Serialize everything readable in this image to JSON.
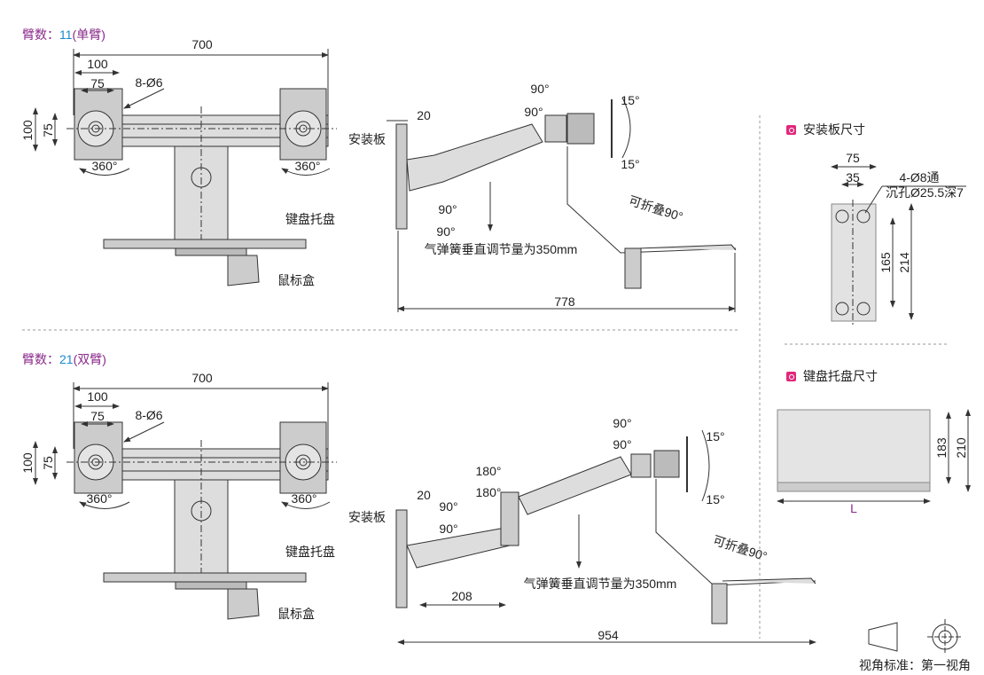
{
  "single": {
    "arm_label": "臂数：",
    "arm_code": "11",
    "arm_type": "(单臂)",
    "dims": {
      "width": "700",
      "vesa_outer": "100",
      "vesa_inner": "75",
      "holes": "8-Ø6",
      "v_outer": "100",
      "v_inner": "75",
      "rot_left": "360°",
      "rot_right": "360°",
      "plate_offset": "20",
      "reach": "778"
    },
    "labels": {
      "tray": "键盘托盘",
      "mouse_box": "鼠标盒",
      "mount_plate": "安装板",
      "gas_spring": "气弹簧垂直调节量为350mm",
      "fold": "可折叠90°"
    },
    "angles": {
      "head_up": "90°",
      "head_down": "90°",
      "tilt_up": "15°",
      "tilt_down": "15°",
      "base_up": "90°",
      "base_down": "90°"
    }
  },
  "double": {
    "arm_label": "臂数：",
    "arm_code": "21",
    "arm_type": "(双臂)",
    "dims": {
      "width": "700",
      "vesa_outer": "100",
      "vesa_inner": "75",
      "holes": "8-Ø6",
      "v_outer": "100",
      "v_inner": "75",
      "rot_left": "360°",
      "rot_right": "360°",
      "plate_offset": "20",
      "lower_arm": "208",
      "reach": "954"
    },
    "labels": {
      "tray": "键盘托盘",
      "mouse_box": "鼠标盒",
      "mount_plate": "安装板",
      "gas_spring": "气弹簧垂直调节量为350mm",
      "fold": "可折叠90°"
    },
    "angles": {
      "head_up": "90°",
      "head_down": "90°",
      "tilt_up": "15°",
      "tilt_down": "15°",
      "base_up": "90°",
      "base_down": "90°",
      "elbow_up": "180°",
      "elbow_down": "180°"
    }
  },
  "plate": {
    "title": "安装板尺寸",
    "width": "75",
    "hole_spacing": "35",
    "hole_spec": "4-Ø8通",
    "counterbore": "沉孔Ø25.5深7",
    "hole_v": "165",
    "height": "214"
  },
  "tray_size": {
    "title": "键盘托盘尺寸",
    "depth_inner": "183",
    "depth": "210",
    "length": "L"
  },
  "projection": {
    "label": "视角标准：第一视角"
  },
  "colors": {
    "accent": "#e0287c",
    "purple": "#8a2a8a",
    "blue": "#1a8ad0",
    "part": "#d8d8d8"
  }
}
